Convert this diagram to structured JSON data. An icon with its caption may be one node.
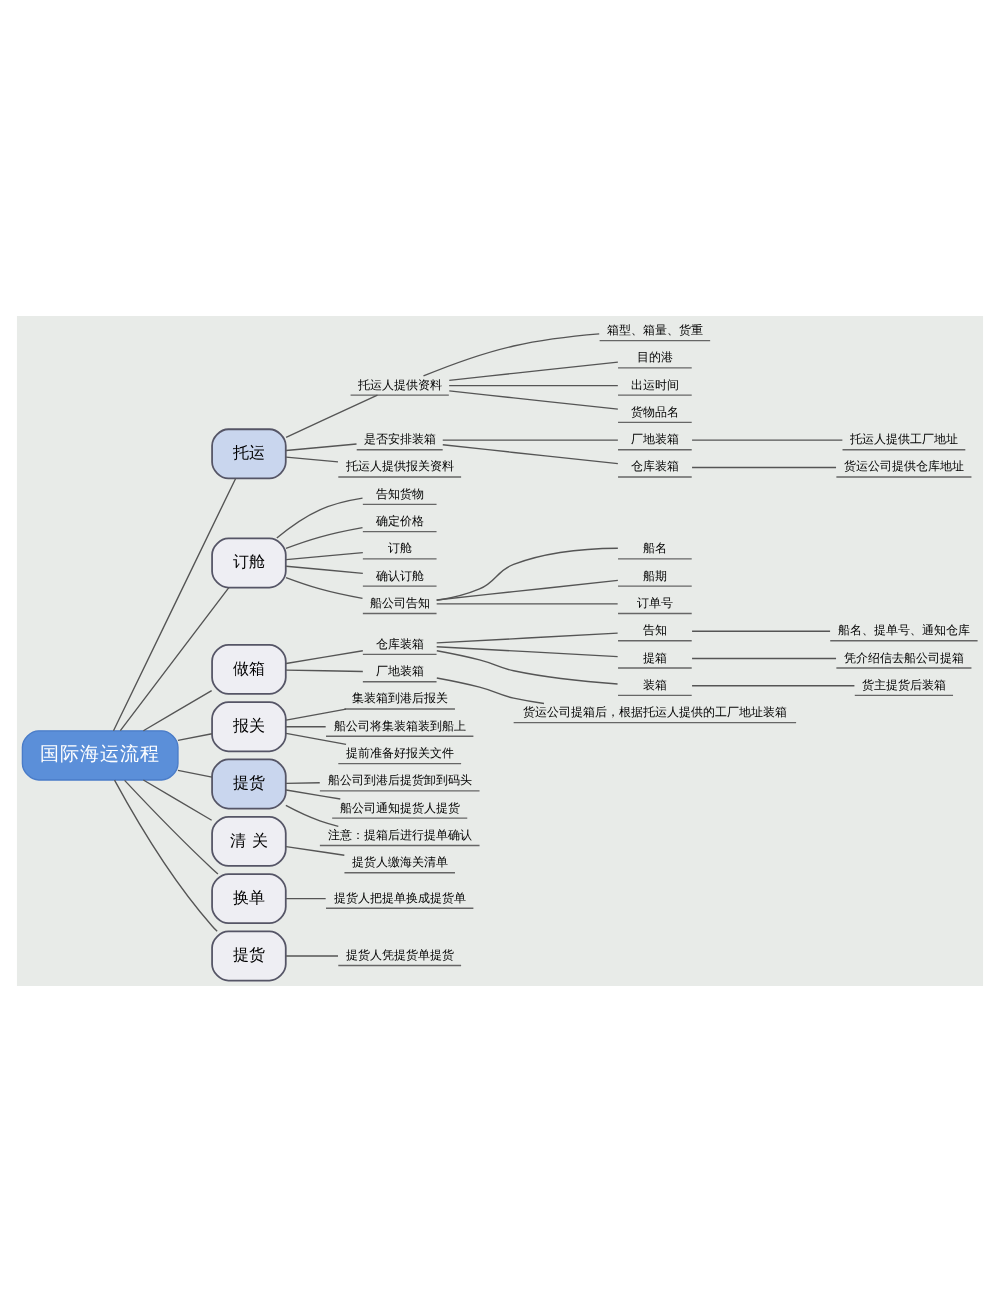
{
  "diagram": {
    "nodes": [
      {
        "text": [
          "国际海运流程"
        ]
      },
      {
        "text": [
          "托运"
        ]
      },
      {
        "text": [
          "托运人提供资料"
        ]
      },
      {
        "text": [
          "箱型、箱量、货重"
        ]
      },
      {
        "text": [
          "目的港"
        ]
      },
      {
        "text": [
          "出运时间"
        ]
      },
      {
        "text": [
          "货物品名"
        ]
      },
      {
        "text": [
          "是否安排装箱"
        ]
      },
      {
        "text": [
          "厂地装箱"
        ]
      },
      {
        "text": [
          "托运人提供工厂地址"
        ]
      },
      {
        "text": [
          "仓库装箱"
        ]
      },
      {
        "text": [
          "货运公司提供仓库地址"
        ]
      },
      {
        "text": [
          "托运人提供报关资料"
        ]
      },
      {
        "text": [
          "订舱"
        ]
      },
      {
        "text": [
          "告知货物"
        ]
      },
      {
        "text": [
          "确定价格"
        ]
      },
      {
        "text": [
          "订舱"
        ]
      },
      {
        "text": [
          "确认订舱"
        ]
      },
      {
        "text": [
          "船公司告知"
        ]
      },
      {
        "text": [
          "船名"
        ]
      },
      {
        "text": [
          "船期"
        ]
      },
      {
        "text": [
          "订单号"
        ]
      },
      {
        "text": [
          "做箱"
        ]
      },
      {
        "text": [
          "仓库装箱"
        ]
      },
      {
        "text": [
          "告知"
        ]
      },
      {
        "text": [
          "船名、提单号、通知仓库"
        ]
      },
      {
        "text": [
          "提箱"
        ]
      },
      {
        "text": [
          "凭介绍信去船公司提箱"
        ]
      },
      {
        "text": [
          "装箱"
        ]
      },
      {
        "text": [
          "货主提货后装箱"
        ]
      },
      {
        "text": [
          "厂地装箱"
        ]
      },
      {
        "text": [
          "货运公司提箱后，根据托运人提供的工厂地址装箱"
        ]
      },
      {
        "text": [
          "报关"
        ]
      },
      {
        "text": [
          "集装箱到港后报关"
        ]
      },
      {
        "text": [
          "船公司将集装箱装到船上"
        ]
      },
      {
        "text": [
          "提前准备好报关文件"
        ]
      },
      {
        "text": [
          "提货"
        ]
      },
      {
        "text": [
          "船公司到港后提货卸到码头"
        ]
      },
      {
        "text": [
          "船公司通知提货人提货"
        ]
      },
      {
        "text": [
          "注意：提箱后进行提单确认"
        ]
      },
      {
        "text": [
          "清 关"
        ]
      },
      {
        "text": [
          "提货人缴海关清单"
        ]
      },
      {
        "text": [
          "换单"
        ]
      },
      {
        "text": [
          "提货人把提单换成提货单"
        ]
      },
      {
        "text": [
          "提货"
        ]
      },
      {
        "text": [
          "提货人凭提货单提货"
        ]
      }
    ],
    "edges": [
      {
        "from": 0,
        "to": 1,
        "arrow": "none"
      },
      {
        "from": 1,
        "to": 2,
        "arrow": "none"
      },
      {
        "from": 2,
        "to": 3,
        "arrow": "none"
      },
      {
        "from": 2,
        "to": 4,
        "arrow": "none"
      },
      {
        "from": 2,
        "to": 5,
        "arrow": "none"
      },
      {
        "from": 2,
        "to": 6,
        "arrow": "none"
      },
      {
        "from": 1,
        "to": 7,
        "arrow": "none"
      },
      {
        "from": 7,
        "to": 8,
        "arrow": "none"
      },
      {
        "from": 8,
        "to": 9,
        "arrow": "none"
      },
      {
        "from": 7,
        "to": 10,
        "arrow": "none"
      },
      {
        "from": 10,
        "to": 11,
        "arrow": "none"
      },
      {
        "from": 1,
        "to": 12,
        "arrow": "none"
      },
      {
        "from": 0,
        "to": 13,
        "arrow": "none"
      },
      {
        "from": 13,
        "to": 14,
        "arrow": "none"
      },
      {
        "from": 13,
        "to": 15,
        "arrow": "none"
      },
      {
        "from": 13,
        "to": 16,
        "arrow": "none"
      },
      {
        "from": 13,
        "to": 17,
        "arrow": "none"
      },
      {
        "from": 13,
        "to": 18,
        "arrow": "none"
      },
      {
        "from": 18,
        "to": 19,
        "arrow": "none"
      },
      {
        "from": 18,
        "to": 20,
        "arrow": "none"
      },
      {
        "from": 18,
        "to": 21,
        "arrow": "none"
      },
      {
        "from": 0,
        "to": 22,
        "arrow": "none"
      },
      {
        "from": 22,
        "to": 23,
        "arrow": "none"
      },
      {
        "from": 23,
        "to": 24,
        "arrow": "none"
      },
      {
        "from": 24,
        "to": 25,
        "arrow": "none"
      },
      {
        "from": 23,
        "to": 26,
        "arrow": "none"
      },
      {
        "from": 26,
        "to": 27,
        "arrow": "none"
      },
      {
        "from": 23,
        "to": 28,
        "arrow": "none"
      },
      {
        "from": 28,
        "to": 29,
        "arrow": "none"
      },
      {
        "from": 22,
        "to": 30,
        "arrow": "none"
      },
      {
        "from": 30,
        "to": 31,
        "arrow": "none"
      },
      {
        "from": 0,
        "to": 32,
        "arrow": "none"
      },
      {
        "from": 32,
        "to": 33,
        "arrow": "none"
      },
      {
        "from": 32,
        "to": 34,
        "arrow": "none"
      },
      {
        "from": 32,
        "to": 35,
        "arrow": "none"
      },
      {
        "from": 0,
        "to": 36,
        "arrow": "none"
      },
      {
        "from": 36,
        "to": 37,
        "arrow": "none"
      },
      {
        "from": 36,
        "to": 38,
        "arrow": "none"
      },
      {
        "from": 36,
        "to": 39,
        "arrow": "none"
      },
      {
        "from": 0,
        "to": 40,
        "arrow": "none"
      },
      {
        "from": 40,
        "to": 41,
        "arrow": "none"
      },
      {
        "from": 0,
        "to": 42,
        "arrow": "none"
      },
      {
        "from": 42,
        "to": 43,
        "arrow": "none"
      },
      {
        "from": 0,
        "to": 44,
        "arrow": "none"
      },
      {
        "from": 44,
        "to": 45,
        "arrow": "none"
      }
    ]
  }
}
